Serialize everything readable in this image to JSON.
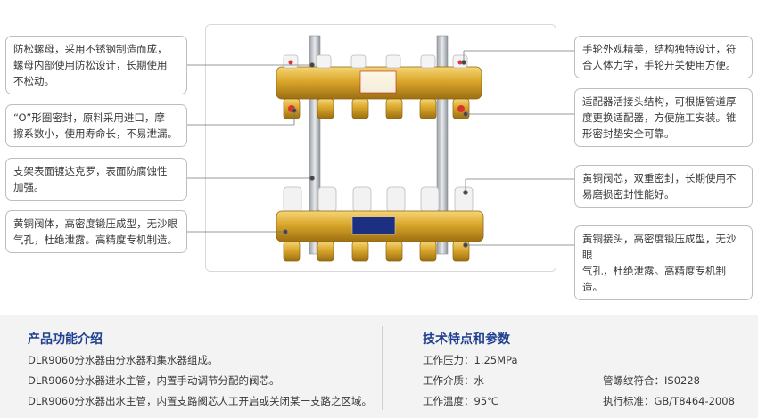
{
  "callouts": {
    "left": [
      "防松螺母，采用不锈钢制造而成，\n螺母内部使用防松设计，长期使用\n不松动。",
      "“O”形圈密封，原料采用进口，摩\n擦系数小，使用寿命长，不易泄漏。",
      "支架表面镀达克罗，表面防腐蚀性\n加强。",
      "黄铜阀体，高密度锻压成型，无沙眼\n气孔，杜绝泄露。高精度专机制造。"
    ],
    "right": [
      "手轮外观精美，结构独特设计，符\n合人体力学，手轮开关使用方便。",
      "适配器活接头结构，可根据管道厚\n度更换适配器，方便施工安装。锥\n形密封垫安全可靠。",
      "黄铜阀芯，双重密封，长期使用不\n易磨损密封性能好。",
      "黄铜接头，高密度锻压成型，无沙眼\n气孔，杜绝泄露。高精度专机制造。"
    ]
  },
  "product_function": {
    "title": "产品功能介绍",
    "lines": [
      "DLR9060分水器由分水器和集水器组成。",
      "DLR9060分水器进水主管，内置手动调节分配的阀芯。",
      "DLR9060分水器出水主管，内置支路阀芯人工开启或关闭某一支路之区域。"
    ]
  },
  "tech_specs": {
    "title": "技术特点和参数",
    "pressure": "工作压力：1.25MPa",
    "medium": "工作介质：水",
    "temperature": "工作温度：95℃",
    "thread": "管螺纹符合：IS0228",
    "standard": "执行标准：GB/T8464-2008"
  },
  "colors": {
    "brass": "#d9a62a",
    "accent_blue": "#1f3f8f",
    "pointer": "#777777"
  }
}
